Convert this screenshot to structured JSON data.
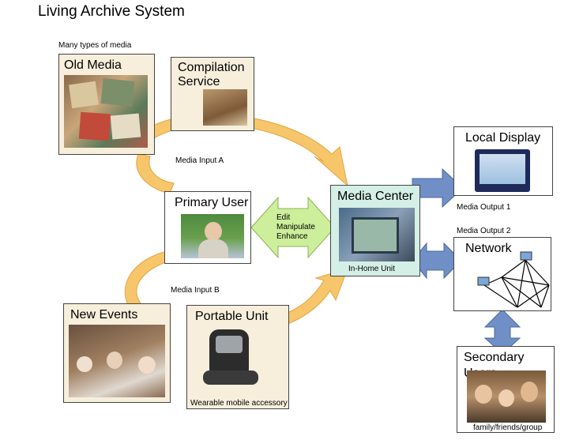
{
  "title": "Living Archive System",
  "labels": {
    "many_types": "Many types of media",
    "media_input_a": "Media Input A",
    "media_input_b": "Media Input B",
    "media_output_1": "Media Output 1",
    "media_output_2": "Media Output 2",
    "edit_lines": [
      "Edit",
      "Manipulate",
      "Enhance"
    ]
  },
  "boxes": {
    "old_media": {
      "title": "Old Media"
    },
    "compilation": {
      "title_line1": "Compilation",
      "title_line2": "Service"
    },
    "primary_user": {
      "title": "Primary User"
    },
    "media_center": {
      "title": "Media Center",
      "caption": "In-Home Unit"
    },
    "local_display": {
      "title": "Local Display"
    },
    "network": {
      "title": "Network"
    },
    "new_events": {
      "title": "New Events"
    },
    "portable_unit": {
      "title": "Portable Unit",
      "caption": "Wearable mobile accessory"
    },
    "secondary_users": {
      "title": "Secondary Users",
      "caption": "family/friends/group"
    }
  },
  "colors": {
    "flow_arrow": "#f8c66a",
    "flow_arrow_edge": "#e0a545",
    "output_arrow": "#6f8fc6",
    "edit_arrow": "#cdee9a",
    "media_center_bg": "#d4efe6",
    "cream_box": "#f7efdc"
  }
}
